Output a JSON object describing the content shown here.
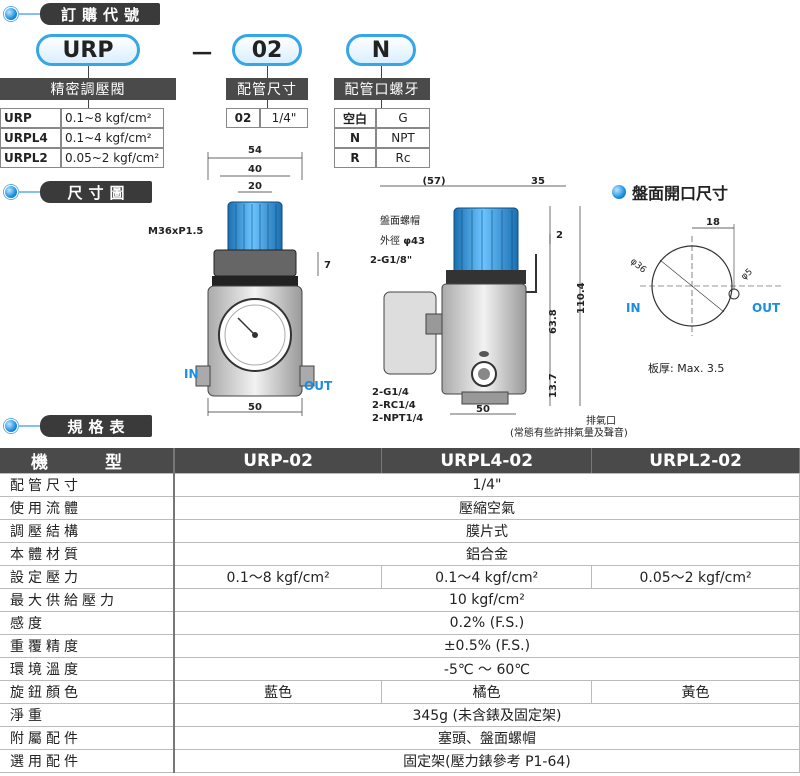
{
  "order": {
    "title": "訂購代號",
    "code1": "URP",
    "dash": "－",
    "code2": "02",
    "code3": "N",
    "group1": {
      "header": "精密調壓閥",
      "rows": [
        {
          "code": "URP",
          "desc": "0.1~8 kgf/cm²"
        },
        {
          "code": "URPL4",
          "desc": "0.1~4 kgf/cm²"
        },
        {
          "code": "URPL2",
          "desc": "0.05~2 kgf/cm²"
        }
      ]
    },
    "group2": {
      "header": "配管尺寸",
      "rows": [
        {
          "code": "02",
          "desc": "1/4\""
        }
      ]
    },
    "group3": {
      "header": "配管口螺牙",
      "rows": [
        {
          "code": "空白",
          "desc": "G"
        },
        {
          "code": "N",
          "desc": "NPT"
        },
        {
          "code": "R",
          "desc": "Rc"
        }
      ]
    }
  },
  "dimensions": {
    "title": "尺寸圖",
    "front": {
      "w54": "54",
      "w40": "40",
      "w20": "20",
      "thread": "M36xP1.5",
      "h7": "7",
      "in": "IN",
      "out": "OUT",
      "w50": "50"
    },
    "side": {
      "w57": "(57)",
      "w35": "35",
      "nut": "盤面螺帽",
      "outer": "外徑",
      "outer_dim": "φ43",
      "port_g18": "2-G1/8\"",
      "h2": "2",
      "h110": "110.4",
      "h63": "63.8",
      "h13": "13.7",
      "ports1": "2-G1/4",
      "ports2": "2-RC1/4",
      "ports3": "2-NPT1/4",
      "w50": "50",
      "exhaust": "排氣口",
      "exhaust_note": "(常態有些許排氣量及聲音)"
    },
    "panel": {
      "title": "盤面開口尺寸",
      "w18": "18",
      "d36": "φ36",
      "d5": "φ5",
      "in": "IN",
      "out": "OUT",
      "thick": "板厚: Max. 3.5"
    }
  },
  "spec": {
    "title": "規格表",
    "header": [
      "機　型",
      "URP-02",
      "URPL4-02",
      "URPL2-02"
    ],
    "rows": [
      {
        "label": "配管尺寸",
        "values": [
          "1/4\""
        ]
      },
      {
        "label": "使用流體",
        "values": [
          "壓縮空氣"
        ]
      },
      {
        "label": "調壓結構",
        "values": [
          "膜片式"
        ]
      },
      {
        "label": "本體材質",
        "values": [
          "鋁合金"
        ]
      },
      {
        "label": "設定壓力",
        "values": [
          "0.1～8 kgf/cm²",
          "0.1～4 kgf/cm²",
          "0.05～2 kgf/cm²"
        ]
      },
      {
        "label": "最大供給壓力",
        "values": [
          "10 kgf/cm²"
        ]
      },
      {
        "label": "感度",
        "values": [
          "0.2% (F.S.)"
        ]
      },
      {
        "label": "重覆精度",
        "values": [
          "±0.5% (F.S.)"
        ]
      },
      {
        "label": "環境溫度",
        "values": [
          "-5℃ ～ 60℃"
        ]
      },
      {
        "label": "旋鈕顏色",
        "values": [
          "藍色",
          "橘色",
          "黃色"
        ]
      },
      {
        "label": "淨重",
        "values": [
          "345g (未含錶及固定架)"
        ]
      },
      {
        "label": "附屬配件",
        "values": [
          "塞頭、盤面螺帽"
        ]
      },
      {
        "label": "選用配件",
        "values": [
          "固定架(壓力錶參考 P1-64)"
        ]
      }
    ]
  }
}
